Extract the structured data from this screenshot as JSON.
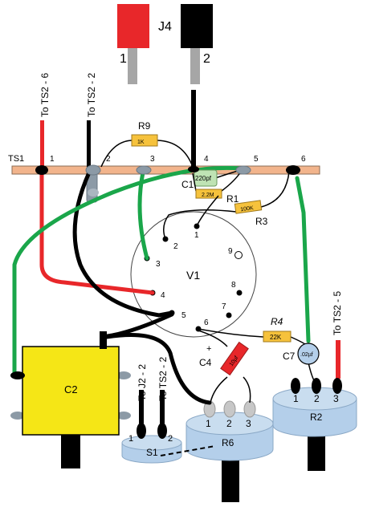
{
  "connector": {
    "name": "J4",
    "pin1": "1",
    "pin2": "2"
  },
  "terminal_strip": {
    "name": "TS1",
    "lugs": [
      "1",
      "2",
      "3",
      "4",
      "5",
      "6"
    ]
  },
  "wire_labels": {
    "to_ts2_6": "To TS2 - 6",
    "to_ts2_2": "To TS2 - 2",
    "to_ts2_5": "To TS2 - 5",
    "to_j2_2": "To J2 - 2",
    "to_ts2_2_switch": "To TS2 - 2"
  },
  "components": {
    "r9": {
      "ref": "R9",
      "value": "1K"
    },
    "c1": {
      "ref": "C1",
      "value": "220pf"
    },
    "r1": {
      "ref": "R1",
      "value": "2.2M"
    },
    "r3": {
      "ref": "R3",
      "value": "100K"
    },
    "r4": {
      "ref": "R4",
      "value": "22K"
    },
    "c4": {
      "ref": "C4",
      "value": "10µf",
      "polarity": "+"
    },
    "c7": {
      "ref": "C7",
      "value": ".02µf"
    },
    "c2": {
      "ref": "C2"
    }
  },
  "tube": {
    "ref": "V1",
    "pins": [
      "1",
      "2",
      "3",
      "4",
      "5",
      "6",
      "7",
      "8",
      "9"
    ]
  },
  "pot_r2": {
    "ref": "R2",
    "pins": [
      "1",
      "2",
      "3"
    ]
  },
  "pot_r6": {
    "ref": "R6",
    "pins": [
      "1",
      "2",
      "3"
    ]
  },
  "switch_s1": {
    "ref": "S1",
    "pins": [
      "1",
      "2"
    ]
  },
  "colors": {
    "red": "#e8272a",
    "black": "#000000",
    "green": "#1aa64a",
    "strip": "#f2b48c",
    "yellow": "#f5e616",
    "pot": "#b4cfea",
    "resistor": "#f6c23c"
  }
}
